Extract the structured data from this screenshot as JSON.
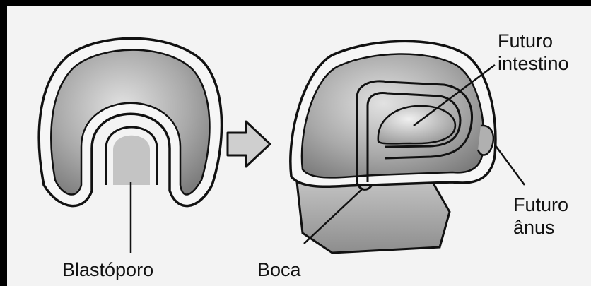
{
  "labels": {
    "blastoporo": "Blastóporo",
    "boca": "Boca",
    "futuro_intestino": [
      "Futuro",
      "intestino"
    ],
    "futuro_anus": [
      "Futuro",
      "ânus"
    ]
  },
  "icons": {
    "transition_arrow": "right-arrow-icon"
  },
  "colors": {
    "background": "#f3f3f3",
    "frame": "#000000",
    "ink": "#111111",
    "shade_dark": "#8a8a8a",
    "shade_mid": "#b5b5b5",
    "shade_light": "#dadada"
  }
}
